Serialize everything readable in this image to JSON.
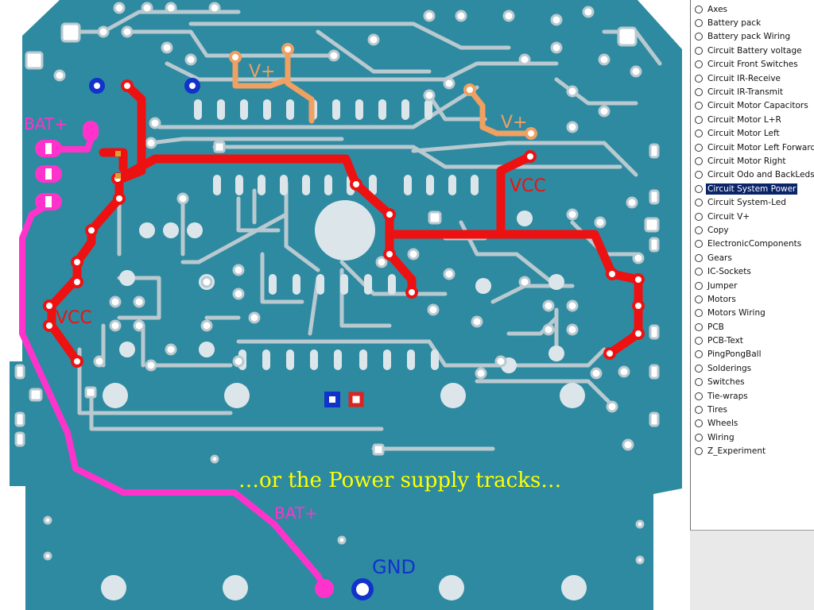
{
  "layers": {
    "items": [
      "Axes",
      "Battery pack",
      "Battery pack Wiring",
      "Circuit Battery voltage",
      "Circuit Front Switches",
      "Circuit IR-Receive",
      "Circuit IR-Transmit",
      "Circuit Motor Capacitors",
      "Circuit Motor L+R",
      "Circuit Motor Left",
      "Circuit Motor Left Forwards",
      "Circuit Motor Right",
      "Circuit Odo and BackLeds",
      "Circuit System Power",
      "Circuit System-Led",
      "Circuit V+",
      "Copy",
      "ElectronicComponents",
      "Gears",
      "IC-Sockets",
      "Jumper",
      "Motors",
      "Motors Wiring",
      "PCB",
      "PCB-Text",
      "PingPongBall",
      "Solderings",
      "Switches",
      "Tie-wraps",
      "Tires",
      "Wheels",
      "Wiring",
      "Z_Experiment"
    ],
    "selected": "Circuit System Power"
  },
  "board": {
    "labels": {
      "bat_top": "BAT+",
      "bat_bottom": "BAT+",
      "vplus_top": "V+",
      "vplus_right": "V+",
      "vcc_right": "VCC",
      "vcc_left": "VCC",
      "gnd": "GND"
    },
    "caption": "…or the Power supply tracks…"
  },
  "colors": {
    "pcb": "#2e8aa0",
    "track": "#b9c9d0",
    "vcc_track": "#ee1111",
    "bat_track": "#ff33cc",
    "vplus_track": "#f0a060",
    "gnd_pad": "#1133cc",
    "caption": "#ffff00",
    "selection": "#0a246a"
  }
}
